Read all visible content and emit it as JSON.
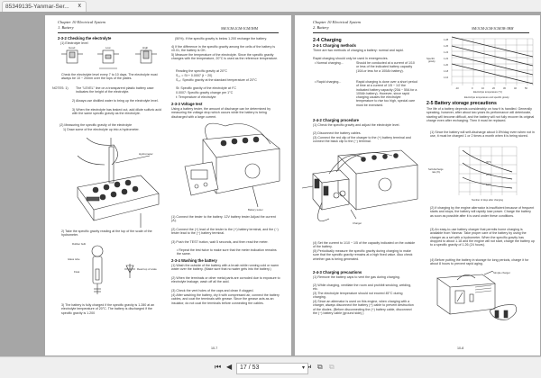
{
  "tab": {
    "title": "85349135-Yanmar-Ser...",
    "close": "x"
  },
  "toolbar": {
    "first": "⏮",
    "prev": "◀",
    "page_value": "17 / 53",
    "dropdown": "▾",
    "next": "▶",
    "last": "⏭",
    "view_single": "⧉",
    "view_double": "⧉"
  },
  "left_page": {
    "chapter": "Chapter 10 Electrical System",
    "section": "1. Battery",
    "s1_title": "2-3-2 Checking the electrolyte",
    "s1_sub": "(1) Electrolyte level",
    "levels": [
      "Good",
      "Low",
      "High"
    ],
    "s1_body": "Check the electrolyte level every 7 to 10 days. The electrolyte must always be 10 ~ 20mm over the tops of the plates.",
    "notes_label": "NOTES: 1)",
    "note1": "The \"LEVEL\" line on a transparent plastic battery case indicates the height of the electrolyte.",
    "note2": "2) Always use distilled water to bring up the electrolyte level.",
    "note3": "3) When the electrolyte has leaked out, add dilute sulfuric acid with the same specific gravity as the electrolyte.",
    "s2": "(2) Measuring the specific gravity of the electrolyte",
    "s2_1": "1) Draw some of the electrolyte up into a hydrometer.",
    "hydrometer_label": "Hydrometer",
    "s2_2": "2) Take the specific gravity reading at the top of the scale of the hydrometer.",
    "rubber_bulb": "Rubber bulb",
    "glass_tube": "Glass tube",
    "float": "Float",
    "read_top": "Read top of scale",
    "s2_3": "3) The battery is fully charged if the specific gravity is 1.280 at an electrolyte temperature of 20°C. The battery is discharged if the specific gravity is 1.200",
    "page_number": "10-7"
  },
  "left_page_col2": {
    "header_right": "SM/1GM-2GM-3GM/3HM",
    "c1": "(50%). If the specific gravity is below 1.200 recharge the battery.",
    "c4": "4) If the difference in the specific gravity among the cells of the battery is ±0.01, the battery is OK.",
    "c5": "5) Measure the temperature of the electrolyte. Since the specific gravity changes with the temperature, 20°C is used as the reference temperature.",
    "formula_intro": "Reading the specific gravity at 20°C",
    "formula": "S₂₀ = St + 0.0007 (t − 20)",
    "f1": "S₂₀: Specific gravity at the standard temperature of 20°C",
    "f2": "St: Specific gravity of the electrolyte at t°C",
    "f3": "0.0007: Specific gravity change per 1°C",
    "f4": "t: Temperature of electrolyte",
    "s3_title": "2-3-3 Voltage test",
    "s3_body": "Using a battery tester, the amount of discharge can be determined by measuring the voltage drop which occurs while the battery is being discharged with a large current.",
    "tester_label": "Battery tester",
    "t1": "(1) Connect the tester to the battery. 12V battery tester Adjust the current (A).",
    "t2": "(2) Connect the (+) lead of the tester to the (+) battery terminal, and the (−) tester lead to the (−) battery terminal.",
    "t3": "(3) Push the TEST button, wait 5 seconds, and then read the meter.",
    "t3b": "• Repeat the test twice to make sure that the meter indication remains the same.",
    "s4_title": "2-3-4 Washing the battery",
    "w1": "(1) Wash the outside of the battery with a brush while running cold or warm water over the battery. (Make sure that no water gets into the battery.)",
    "w2": "(2) When the terminals or other metal parts are corroded due to exposure to electrolyte leakage, wash off all the acid.",
    "w3": "(3) Check the vent holes of the caps and clean if clogged.",
    "w4": "(4) After washing the battery, dry it with compressed air, connect the battery cables, and coat the terminals with grease. Since the grease acts as an insulator, do not coat the terminals before connecting the cables."
  },
  "right_page": {
    "chapter": "Chapter 10 Electrical System",
    "section": "2. Battery",
    "header_right": "SM/1GM-2GM-3GM/3B-3HM",
    "s1_title": "2-4 Charging",
    "s1_sub": "2-4-1 Charging methods",
    "s1_body": "There are two methods of charging a battery: normal and rapid.",
    "s1_body2": "Rapid charging should only be used in emergencies.",
    "normal_label": "• Normal charging...",
    "normal_text": "Should be conducted at a current of 1/10 or less of the indicated battery capacity (10A or less for a 100Ah battery).",
    "rapid_label": "• Rapid charging...",
    "rapid_text": "Rapid charging is done over a short period of time at a current of 1/5 ~ 1/2 the indicated battery capacity (20A ~ 50A for a 100Ah battery). However, since rapid charging causes the electrolyte temperature to rise too high, special care must be exercised.",
    "s2_title": "2-4-2 Charging procedure",
    "p1": "(1) Check the specific gravity and adjust the electrolyte level.",
    "p2": "(2) Disconnect the battery cables.",
    "p3": "(3) Connect the red clip of the charger to the (+) battery terminal and connect the black clip to the (−) terminal.",
    "charger_label": "Charger",
    "p4": "(4) Set the current to 1/10 ~ 1/5 of the capacity indicated on the outside of the battery.",
    "p5": "(5) Periodically measure the specific gravity during charging to make sure that the specific gravity remains at a high fixed value. Also check whether gas is being generated.",
    "s3_title": "2-4-3 Charging precautions",
    "c1": "(1) Remove the battery caps to vent the gas during charging.",
    "c2": "(2) While charging, ventilate the room and prohibit smoking, welding, etc.",
    "c3": "(3) The electrolyte temperature should not exceed 45°C during charging.",
    "c4": "(4) Since an alternator is used on this engine, when charging with a charger, always disconnect the battery (+) cable to prevent destruction of the diodes. (Before disconnecting the (+) battery cable, disconnect the (−) battery cable (ground side).)",
    "page_number": "10-8"
  },
  "right_page_col2": {
    "chart_ylabel": "Specific gravity",
    "chart_yticks": [
      "1.28",
      "1.26",
      "1.24",
      "1.22",
      "1.20",
      "1.18",
      "1.16"
    ],
    "chart_xticks": [
      "-10",
      "0",
      "10",
      "20",
      "30",
      "40",
      "50"
    ],
    "chart_xlabel": "Electrolyte temperature (°C)",
    "chart_caption": "Electrolyte temperature and specific gravity",
    "s4_title": "2-5 Battery storage precautions",
    "s4_body": "The life of a battery depends considerably on how it is handled. Generally speaking, however, after about two years its performance will deteriorate, starting will become difficult, and the battery will not fully recover its original charge even after recharging. Then it must be replaced.",
    "b1": "(1) Since the battery will self-discharge about 0.5%/day even when not in use, it must be charged 1 or 2 times a month when it is being stored.",
    "sd_ylabel": "Self-discharge rate (%)",
    "sd_curves": [
      "30°C",
      "20°C",
      "10°C"
    ],
    "sd_xlabel": "Number of days after charging",
    "b2": "(2) If charging by the engine alternator is insufficient because of frequent starts and stops, the battery will rapidly lose power. Charge the battery as soon as possible after it is used under these conditions.",
    "b3": "(3) An easy-to-use battery charger that permits home charging is available from Yanmar. Take proper care of the battery by using the charger as a set with a hydrometer. When the specific gravity has dropped to about 1.18 and the engine will not start, charge the battery up to a specific gravity of 1.26 (24 hours).",
    "b4": "(4) Before putting the battery in storage for long periods, charge it for about 8 hours to prevent rapid aging.",
    "simple_charger": "Simple charger"
  }
}
